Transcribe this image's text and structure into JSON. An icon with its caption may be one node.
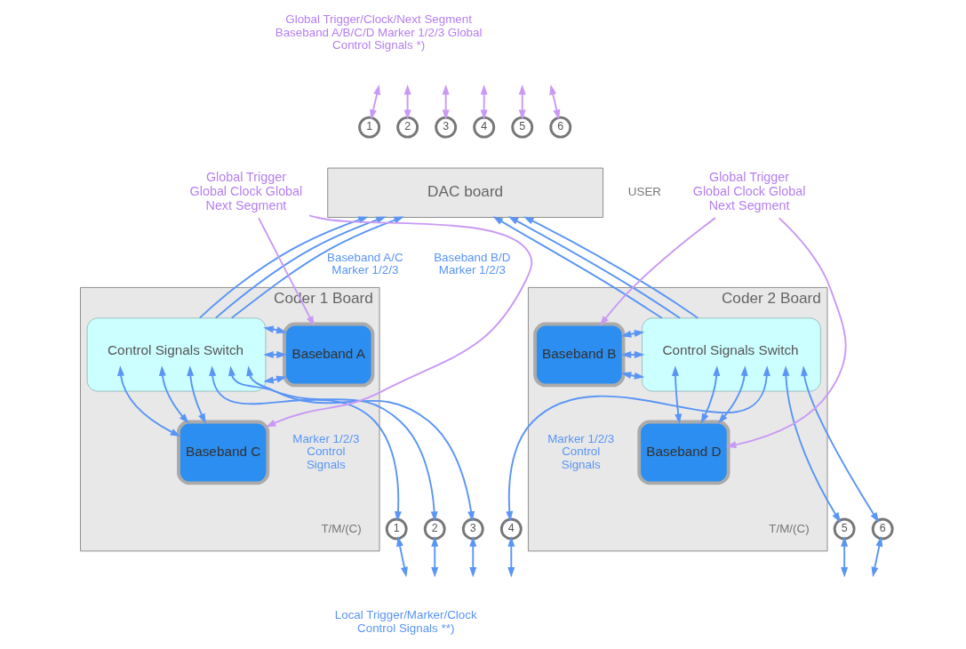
{
  "diagram": {
    "nodes": [
      {
        "text": [
          "DAC board"
        ]
      },
      {
        "text": [
          "1"
        ]
      },
      {
        "text": [
          "2"
        ]
      },
      {
        "text": [
          "3"
        ]
      },
      {
        "text": [
          "4"
        ]
      },
      {
        "text": [
          "5"
        ]
      },
      {
        "text": [
          "6"
        ]
      },
      {
        "text": [
          "Coder 1 Board"
        ]
      },
      {
        "text": [
          "Baseband A"
        ],
        "in": 7
      },
      {
        "text": [
          "Baseband C"
        ],
        "in": 7
      },
      {
        "text": [
          "Control Signals Switch"
        ],
        "in": 7
      },
      {
        "text": [
          "1"
        ]
      },
      {
        "text": [
          "2"
        ]
      },
      {
        "text": [
          "3"
        ]
      },
      {
        "text": [
          "Coder 2 Board"
        ]
      },
      {
        "text": [
          "Baseband B"
        ],
        "in": 14
      },
      {
        "text": [
          "Baseband D"
        ],
        "in": 14
      },
      {
        "text": [
          "Control Signals Switch"
        ],
        "in": 14
      },
      {
        "text": [
          "4"
        ]
      },
      {
        "text": [
          "5"
        ]
      },
      {
        "text": [
          "6"
        ]
      },
      {
        "text": [
          "Global Trigger Global Clock Global Next Segment"
        ]
      },
      {
        "text": [
          "Global Trigger Global Clock Global Next Segment"
        ]
      }
    ],
    "edges": [
      {
        "from": 1,
        "to": null,
        "arrow": "both",
        "color": "#c99af5"
      },
      {
        "from": 2,
        "to": null,
        "arrow": "both",
        "color": "#c99af5"
      },
      {
        "from": 3,
        "to": null,
        "arrow": "both",
        "color": "#c99af5"
      },
      {
        "from": 4,
        "to": null,
        "arrow": "both",
        "color": "#c99af5"
      },
      {
        "from": 5,
        "to": null,
        "arrow": "both",
        "color": "#c99af5"
      },
      {
        "from": 6,
        "to": null,
        "arrow": "both",
        "color": "#c99af5"
      },
      {
        "from": 21,
        "to": 8,
        "arrow": "to",
        "color": "#c99af5"
      },
      {
        "from": 21,
        "to": 9,
        "arrow": "to",
        "color": "#c99af5"
      },
      {
        "from": 22,
        "to": 15,
        "arrow": "to",
        "color": "#c99af5"
      },
      {
        "from": 22,
        "to": 16,
        "arrow": "to",
        "color": "#c99af5"
      },
      {
        "from": 8,
        "to": 10,
        "arrow": "both"
      },
      {
        "from": 8,
        "to": 10,
        "arrow": "both"
      },
      {
        "from": 8,
        "to": 10,
        "arrow": "both"
      },
      {
        "from": 9,
        "to": 10,
        "arrow": "both"
      },
      {
        "from": 9,
        "to": 10,
        "arrow": "both"
      },
      {
        "from": 9,
        "to": 10,
        "arrow": "both"
      },
      {
        "from": 10,
        "to": 0,
        "arrow": "to"
      },
      {
        "from": 10,
        "to": 0,
        "arrow": "to"
      },
      {
        "from": 10,
        "to": 0,
        "arrow": "to"
      },
      {
        "from": 10,
        "to": 11,
        "arrow": "both"
      },
      {
        "from": 10,
        "to": 12,
        "arrow": "both"
      },
      {
        "from": 10,
        "to": 13,
        "arrow": "both"
      },
      {
        "from": 11,
        "to": null,
        "arrow": "both"
      },
      {
        "from": 12,
        "to": null,
        "arrow": "both"
      },
      {
        "from": 13,
        "to": null,
        "arrow": "both"
      },
      {
        "from": 15,
        "to": 17,
        "arrow": "both"
      },
      {
        "from": 15,
        "to": 17,
        "arrow": "both"
      },
      {
        "from": 15,
        "to": 17,
        "arrow": "both"
      },
      {
        "from": 16,
        "to": 17,
        "arrow": "both"
      },
      {
        "from": 16,
        "to": 17,
        "arrow": "both"
      },
      {
        "from": 16,
        "to": 17,
        "arrow": "both"
      },
      {
        "from": 17,
        "to": 0,
        "arrow": "to"
      },
      {
        "from": 17,
        "to": 0,
        "arrow": "to"
      },
      {
        "from": 17,
        "to": 0,
        "arrow": "to"
      },
      {
        "from": 17,
        "to": 18,
        "arrow": "both"
      },
      {
        "from": 17,
        "to": 19,
        "arrow": "both"
      },
      {
        "from": 17,
        "to": 20,
        "arrow": "both"
      },
      {
        "from": 18,
        "to": null,
        "arrow": "both"
      },
      {
        "from": 19,
        "to": null,
        "arrow": "both"
      },
      {
        "from": 20,
        "to": null,
        "arrow": "both"
      }
    ],
    "labels": [
      "Global Trigger/Clock/Next Segment Baseband A/B/C/D Marker 1/2/3 Global Control Signals *)",
      "USER",
      "Baseband A/C Marker 1/2/3",
      "Baseband B/D Marker 1/2/3",
      "Marker 1/2/3 Control Signals",
      "Marker 1/2/3 Control Signals",
      "T/M/(C)",
      "T/M/(C)",
      "Local Trigger/Marker/Clock Control Signals **)"
    ]
  }
}
